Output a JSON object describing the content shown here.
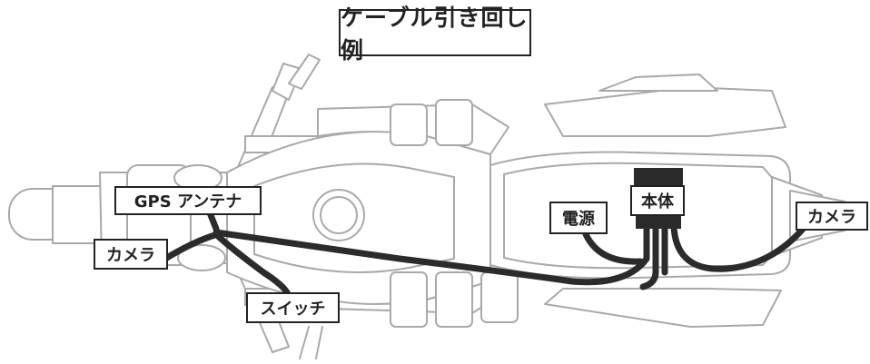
{
  "title": "ケーブル引き回し例",
  "labels": {
    "gps_antenna": "GPS アンテナ",
    "camera_front": "カメラ",
    "switch": "スイッチ",
    "power": "電源",
    "main_unit": "本体",
    "camera_rear": "カメラ"
  },
  "colors": {
    "cable": "#2b2b2b",
    "outline": "#a9a9a9",
    "border": "#222222"
  }
}
